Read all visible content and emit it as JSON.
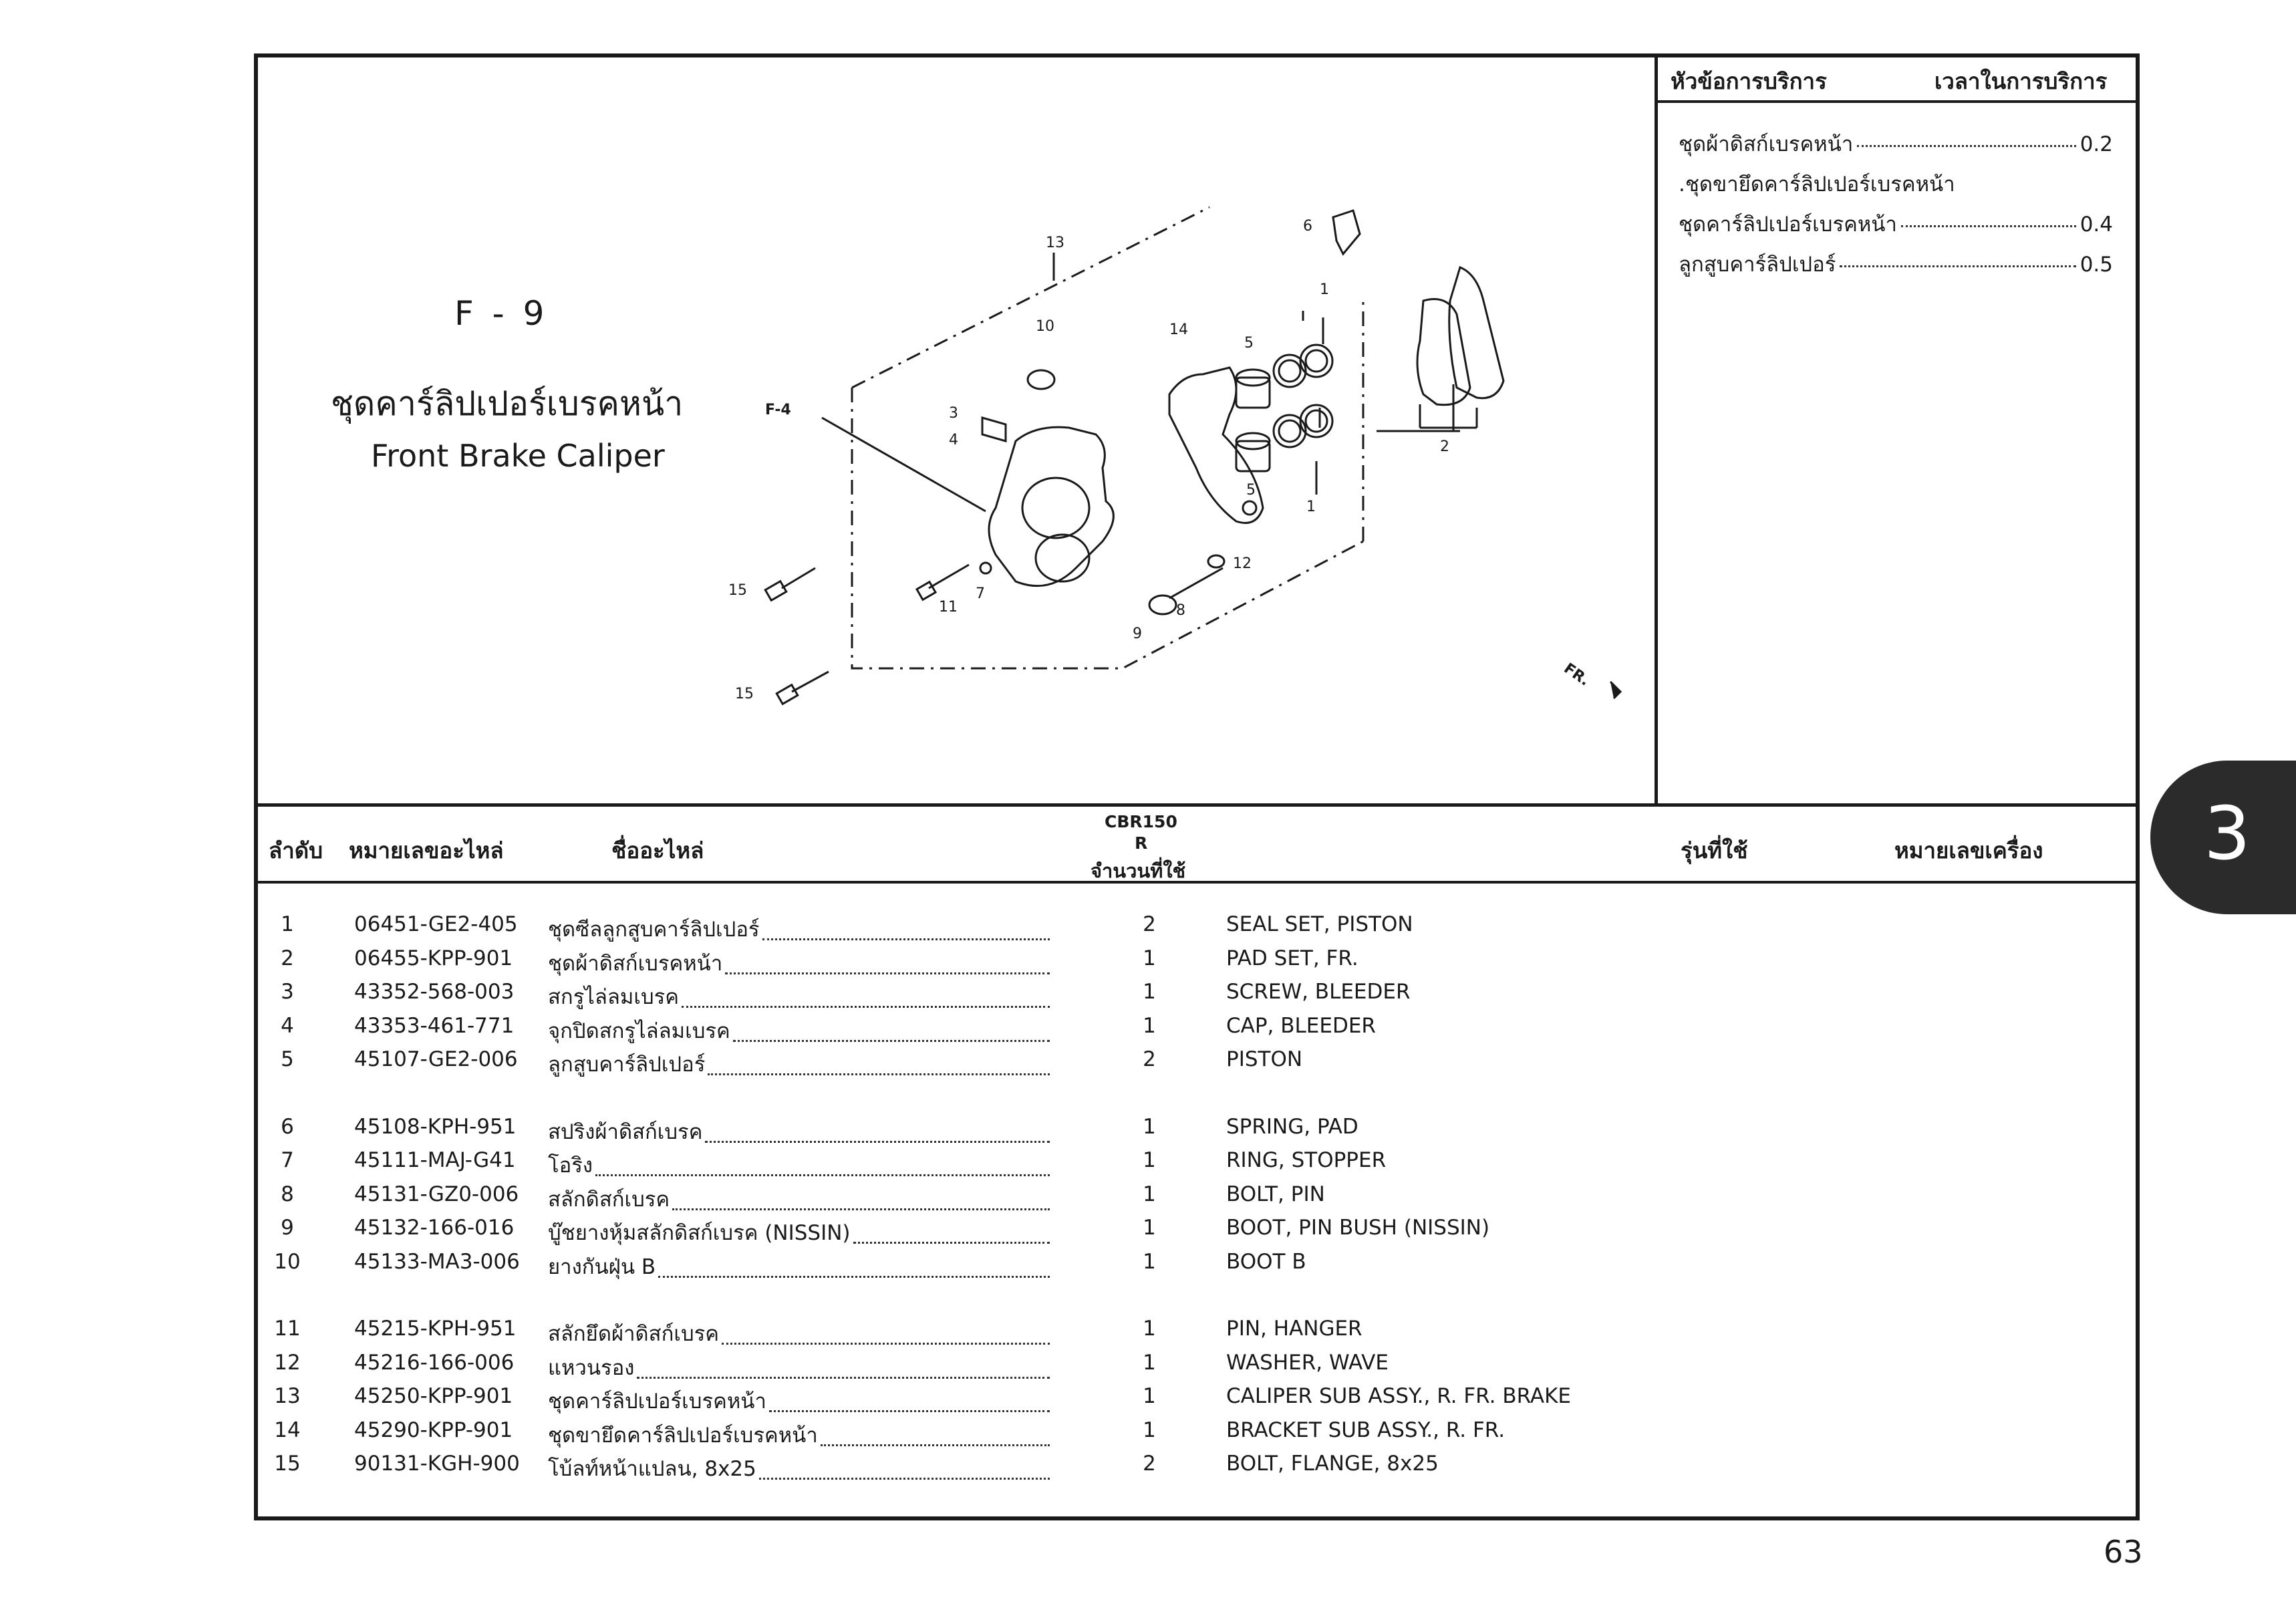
{
  "figure": {
    "code": "F - 9",
    "title_th": "ชุดคาร์ลิปเปอร์เบรคหน้า",
    "title_en": "Front Brake Caliper",
    "callout_numbers": [
      "13",
      "6",
      "1",
      "10",
      "14",
      "5",
      "F-4",
      "3",
      "4",
      "2",
      "5",
      "1",
      "15",
      "11",
      "7",
      "12",
      "8",
      "9",
      "15",
      "FR."
    ]
  },
  "service": {
    "header_topic": "หัวข้อการบริการ",
    "header_time": "เวลาในการบริการ",
    "items": [
      {
        "label": "ชุดผ้าดิสก์เบรคหน้า",
        "value": "0.2"
      },
      {
        "label": ".ชุดขายึดคาร์ลิปเปอร์เบรคหน้า",
        "value": ""
      },
      {
        "label": "ชุดคาร์ลิปเปอร์เบรคหน้า",
        "value": "0.4"
      },
      {
        "label": "ลูกสูบคาร์ลิปเปอร์",
        "value": "0.5"
      }
    ]
  },
  "table": {
    "headers": {
      "no": "ลำดับ",
      "part_no": "หมายเลขอะไหล่",
      "part_name": "ชื่ออะไหล่",
      "model_line1": "CBR150",
      "model_line2": "R",
      "qty": "จำนวนที่ใช้",
      "applicable": "รุ่นที่ใช้",
      "engine_no": "หมายเลขเครื่อง"
    },
    "rows": [
      {
        "no": "1",
        "part_no": "06451-GE2-405",
        "name_th": "ชุดซีลลูกสูบคาร์ลิปเปอร์",
        "qty": "2",
        "name_en": "SEAL SET, PISTON"
      },
      {
        "no": "2",
        "part_no": "06455-KPP-901",
        "name_th": "ชุดผ้าดิสก์เบรคหน้า",
        "qty": "1",
        "name_en": "PAD SET, FR."
      },
      {
        "no": "3",
        "part_no": "43352-568-003",
        "name_th": "สกรูไล่ลมเบรค",
        "qty": "1",
        "name_en": "SCREW, BLEEDER"
      },
      {
        "no": "4",
        "part_no": "43353-461-771",
        "name_th": "จุกปิดสกรูไล่ลมเบรค",
        "qty": "1",
        "name_en": "CAP, BLEEDER"
      },
      {
        "no": "5",
        "part_no": "45107-GE2-006",
        "name_th": "ลูกสูบคาร์ลิปเปอร์",
        "qty": "2",
        "name_en": "PISTON"
      },
      {
        "no": "6",
        "part_no": "45108-KPH-951",
        "name_th": "สปริงผ้าดิสก์เบรค",
        "qty": "1",
        "name_en": "SPRING, PAD"
      },
      {
        "no": "7",
        "part_no": "45111-MAJ-G41",
        "name_th": "โอริง",
        "qty": "1",
        "name_en": "RING, STOPPER"
      },
      {
        "no": "8",
        "part_no": "45131-GZ0-006",
        "name_th": "สลักดิสก์เบรค",
        "qty": "1",
        "name_en": "BOLT, PIN"
      },
      {
        "no": "9",
        "part_no": "45132-166-016",
        "name_th": "บู๊ชยางหุ้มสลักดิสก์เบรค (NISSIN)",
        "qty": "1",
        "name_en": "BOOT, PIN BUSH (NISSIN)"
      },
      {
        "no": "10",
        "part_no": "45133-MA3-006",
        "name_th": "ยางกันฝุ่น B",
        "qty": "1",
        "name_en": "BOOT B"
      },
      {
        "no": "11",
        "part_no": "45215-KPH-951",
        "name_th": "สลักยึดผ้าดิสก์เบรค",
        "qty": "1",
        "name_en": "PIN, HANGER"
      },
      {
        "no": "12",
        "part_no": "45216-166-006",
        "name_th": "แหวนรอง",
        "qty": "1",
        "name_en": "WASHER, WAVE"
      },
      {
        "no": "13",
        "part_no": "45250-KPP-901",
        "name_th": "ชุดคาร์ลิปเปอร์เบรคหน้า",
        "qty": "1",
        "name_en": "CALIPER SUB ASSY., R. FR. BRAKE"
      },
      {
        "no": "14",
        "part_no": "45290-KPP-901",
        "name_th": "ชุดขายึดคาร์ลิปเปอร์เบรคหน้า",
        "qty": "1",
        "name_en": "BRACKET SUB ASSY., R. FR."
      },
      {
        "no": "15",
        "part_no": "90131-KGH-900",
        "name_th": "โบ้ลท์หน้าแปลน, 8x25",
        "qty": "2",
        "name_en": "BOLT, FLANGE, 8x25"
      }
    ]
  },
  "section_tab": "3",
  "page_number": "63"
}
